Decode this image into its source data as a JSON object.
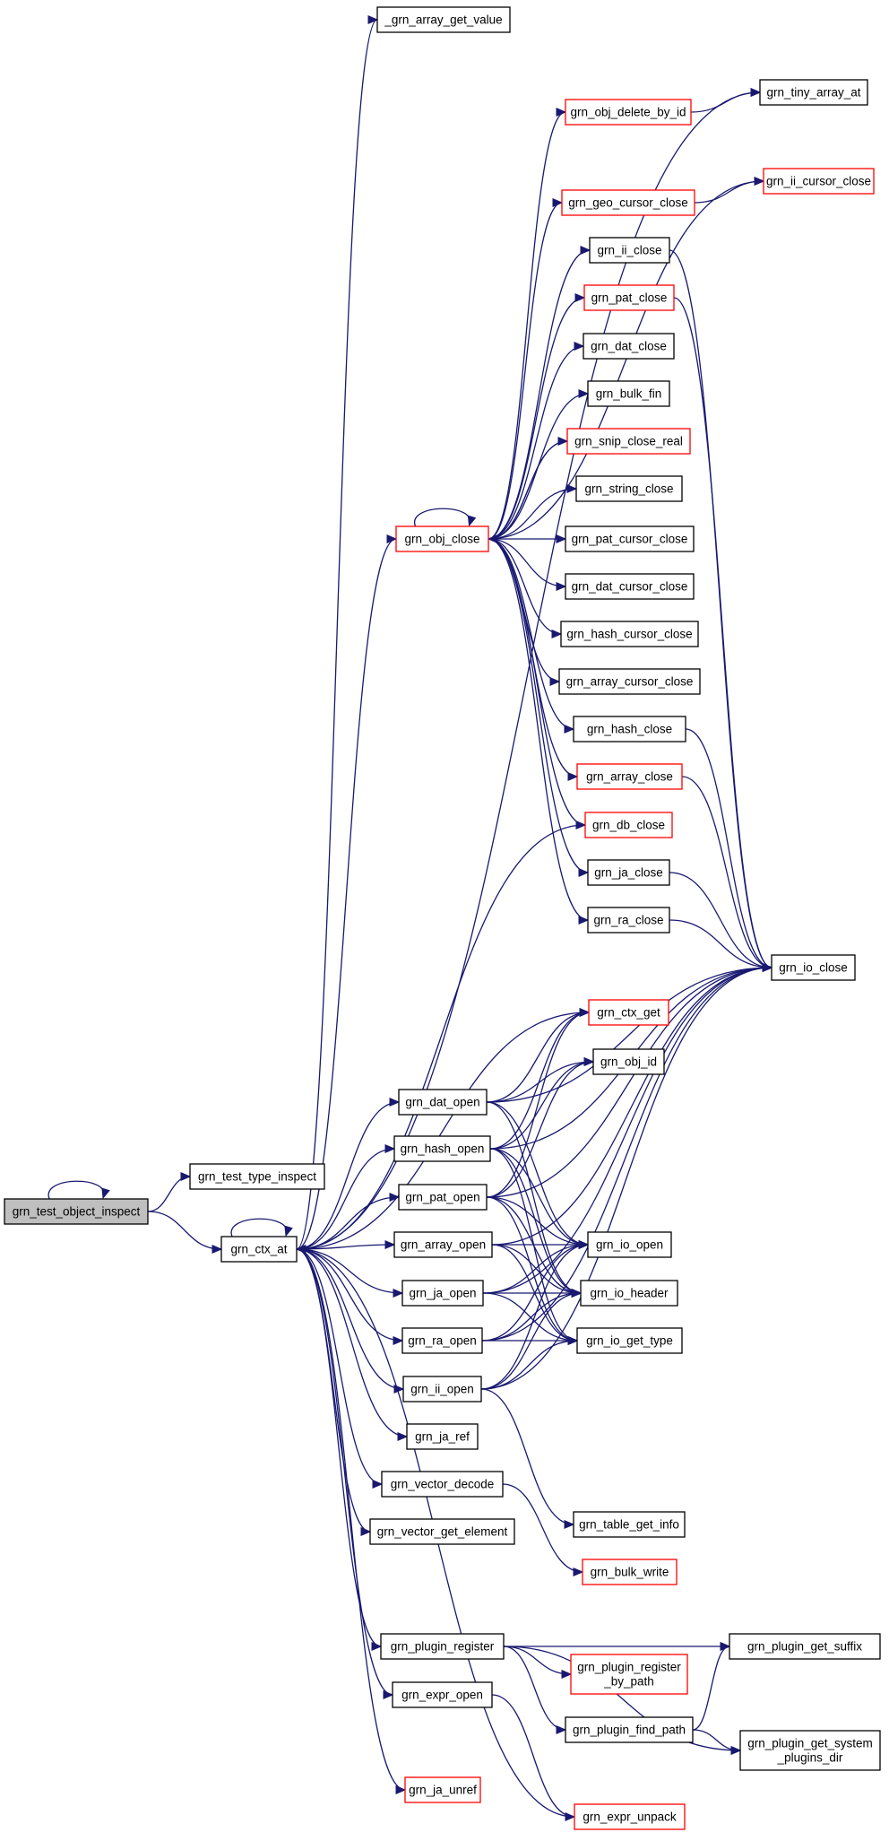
{
  "graph": {
    "nodes": {
      "root": {
        "lines": [
          "grn_test_object_inspect"
        ],
        "red": false,
        "root": true
      },
      "tti": {
        "lines": [
          "grn_test_type_inspect"
        ],
        "red": false
      },
      "ctxat": {
        "lines": [
          "grn_ctx_at"
        ],
        "red": false
      },
      "agv": {
        "lines": [
          "_grn_array_get_value"
        ],
        "red": false
      },
      "tiny": {
        "lines": [
          "grn_tiny_array_at"
        ],
        "red": false
      },
      "odel": {
        "lines": [
          "grn_obj_delete_by_id"
        ],
        "red": true
      },
      "iicc": {
        "lines": [
          "grn_ii_cursor_close"
        ],
        "red": true
      },
      "geocc": {
        "lines": [
          "grn_geo_cursor_close"
        ],
        "red": true
      },
      "iiclose": {
        "lines": [
          "grn_ii_close"
        ],
        "red": false
      },
      "patclose": {
        "lines": [
          "grn_pat_close"
        ],
        "red": true
      },
      "datclose": {
        "lines": [
          "grn_dat_close"
        ],
        "red": false
      },
      "bulkfin": {
        "lines": [
          "grn_bulk_fin"
        ],
        "red": false
      },
      "snip": {
        "lines": [
          "grn_snip_close_real"
        ],
        "red": true
      },
      "strc": {
        "lines": [
          "grn_string_close"
        ],
        "red": false
      },
      "objclose": {
        "lines": [
          "grn_obj_close"
        ],
        "red": true
      },
      "patcc": {
        "lines": [
          "grn_pat_cursor_close"
        ],
        "red": false
      },
      "datcc": {
        "lines": [
          "grn_dat_cursor_close"
        ],
        "red": false
      },
      "hashcc": {
        "lines": [
          "grn_hash_cursor_close"
        ],
        "red": false
      },
      "arrcc": {
        "lines": [
          "grn_array_cursor_close"
        ],
        "red": false
      },
      "hashclose": {
        "lines": [
          "grn_hash_close"
        ],
        "red": false
      },
      "arrclose": {
        "lines": [
          "grn_array_close"
        ],
        "red": true
      },
      "dbclose": {
        "lines": [
          "grn_db_close"
        ],
        "red": true
      },
      "jaclose": {
        "lines": [
          "grn_ja_close"
        ],
        "red": false
      },
      "raclose": {
        "lines": [
          "grn_ra_close"
        ],
        "red": false
      },
      "ioclose": {
        "lines": [
          "grn_io_close"
        ],
        "red": false
      },
      "ctxget": {
        "lines": [
          "grn_ctx_get"
        ],
        "red": true
      },
      "objid": {
        "lines": [
          "grn_obj_id"
        ],
        "red": false
      },
      "datopen": {
        "lines": [
          "grn_dat_open"
        ],
        "red": false
      },
      "hashopen": {
        "lines": [
          "grn_hash_open"
        ],
        "red": false
      },
      "patopen": {
        "lines": [
          "grn_pat_open"
        ],
        "red": false
      },
      "arropen": {
        "lines": [
          "grn_array_open"
        ],
        "red": false
      },
      "ioopen": {
        "lines": [
          "grn_io_open"
        ],
        "red": false
      },
      "jaopen": {
        "lines": [
          "grn_ja_open"
        ],
        "red": false
      },
      "iohdr": {
        "lines": [
          "grn_io_header"
        ],
        "red": false
      },
      "raopen": {
        "lines": [
          "grn_ra_open"
        ],
        "red": false
      },
      "iogt": {
        "lines": [
          "grn_io_get_type"
        ],
        "red": false
      },
      "iiopen": {
        "lines": [
          "grn_ii_open"
        ],
        "red": false
      },
      "jaref": {
        "lines": [
          "grn_ja_ref"
        ],
        "red": false
      },
      "vdec": {
        "lines": [
          "grn_vector_decode"
        ],
        "red": false
      },
      "tgi": {
        "lines": [
          "grn_table_get_info"
        ],
        "red": false
      },
      "vge": {
        "lines": [
          "grn_vector_get_element"
        ],
        "red": false
      },
      "bulkw": {
        "lines": [
          "grn_bulk_write"
        ],
        "red": true
      },
      "preg": {
        "lines": [
          "grn_plugin_register"
        ],
        "red": false
      },
      "psuf": {
        "lines": [
          "grn_plugin_get_suffix"
        ],
        "red": false
      },
      "pregbp": {
        "lines": [
          "grn_plugin_register",
          "_by_path"
        ],
        "red": true
      },
      "eopen": {
        "lines": [
          "grn_expr_open"
        ],
        "red": false
      },
      "pfind": {
        "lines": [
          "grn_plugin_find_path"
        ],
        "red": false
      },
      "psys": {
        "lines": [
          "grn_plugin_get_system",
          "_plugins_dir"
        ],
        "red": false
      },
      "jaunref": {
        "lines": [
          "grn_ja_unref"
        ],
        "red": true
      },
      "eunpack": {
        "lines": [
          "grn_expr_unpack"
        ],
        "red": true
      }
    },
    "edge_color": "#191970",
    "highlight_border": "#ff0000",
    "root_fill": "#bfbfbf"
  }
}
